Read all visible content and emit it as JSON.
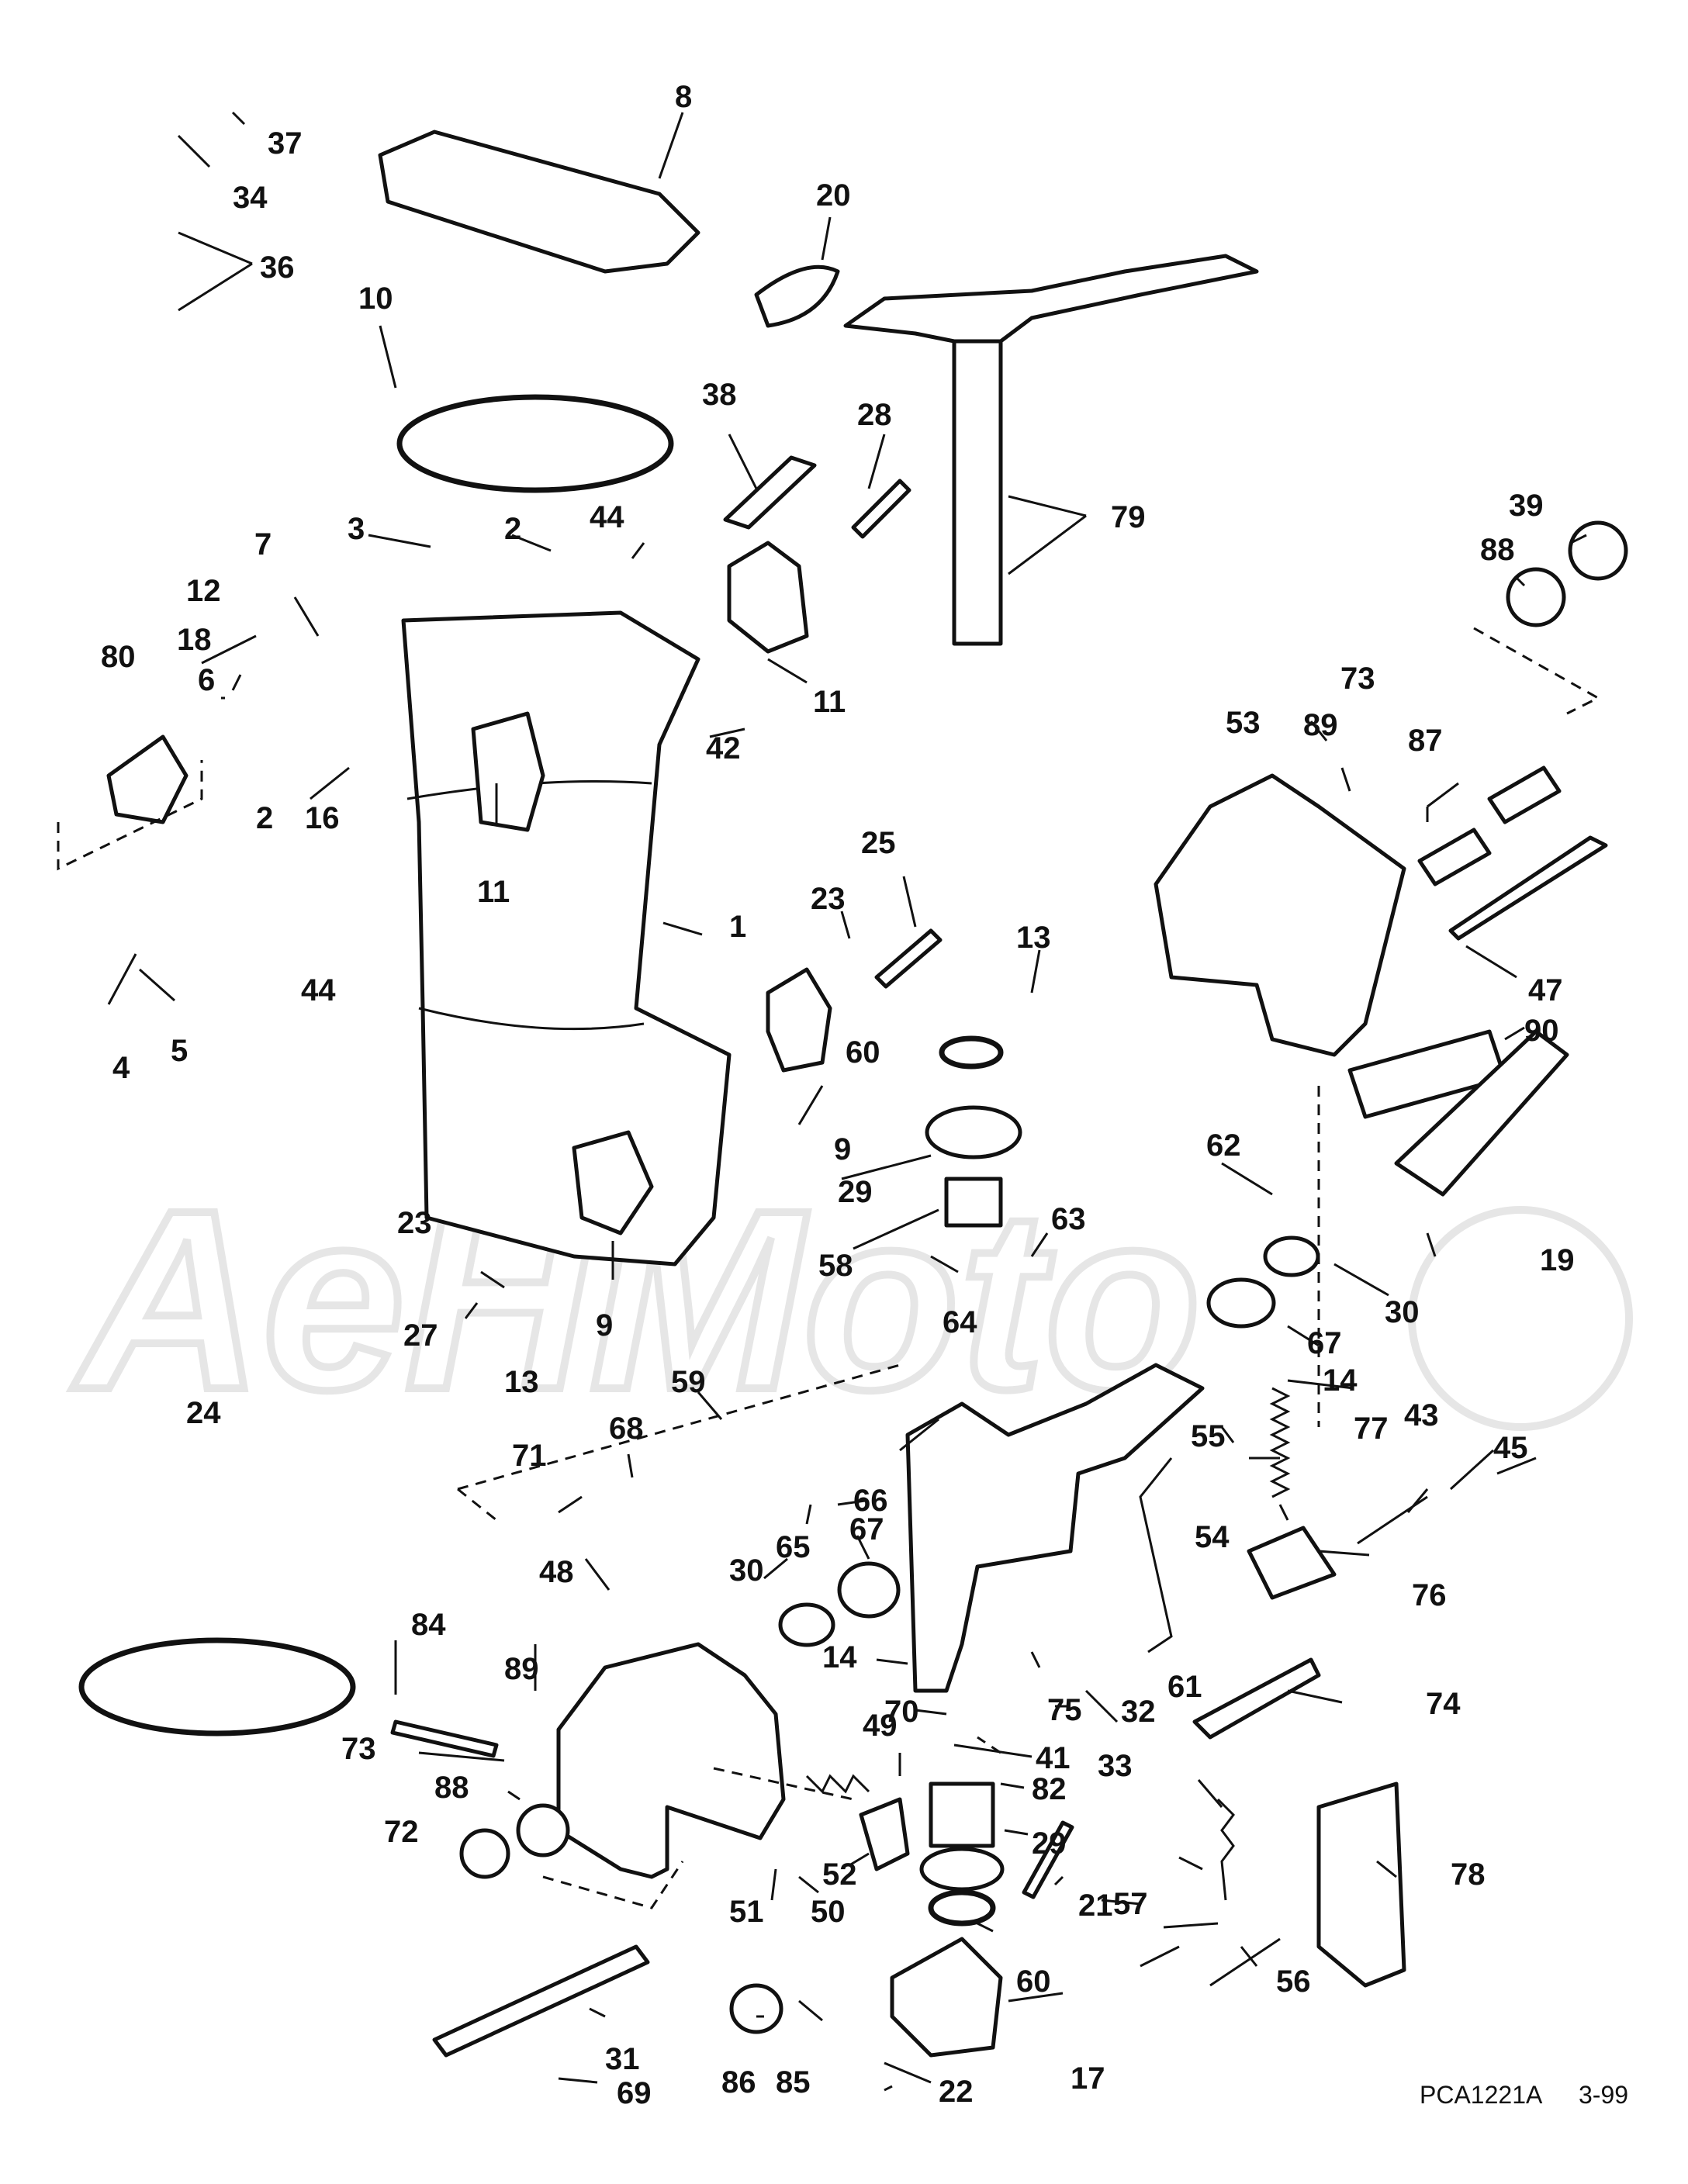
{
  "diagram": {
    "watermark": "AeHMoto",
    "code": "PCA1221A",
    "date": "3-99",
    "callouts": [
      {
        "id": "c1",
        "label": "1"
      },
      {
        "id": "c2a",
        "label": "2"
      },
      {
        "id": "c2b",
        "label": "2"
      },
      {
        "id": "c3",
        "label": "3"
      },
      {
        "id": "c4",
        "label": "4"
      },
      {
        "id": "c5",
        "label": "5"
      },
      {
        "id": "c6",
        "label": "6"
      },
      {
        "id": "c7",
        "label": "7"
      },
      {
        "id": "c8",
        "label": "8"
      },
      {
        "id": "c9a",
        "label": "9"
      },
      {
        "id": "c9b",
        "label": "9"
      },
      {
        "id": "c10",
        "label": "10"
      },
      {
        "id": "c11a",
        "label": "11"
      },
      {
        "id": "c11b",
        "label": "11"
      },
      {
        "id": "c12",
        "label": "12"
      },
      {
        "id": "c13a",
        "label": "13"
      },
      {
        "id": "c13b",
        "label": "13"
      },
      {
        "id": "c14a",
        "label": "14"
      },
      {
        "id": "c14b",
        "label": "14"
      },
      {
        "id": "c16",
        "label": "16"
      },
      {
        "id": "c17",
        "label": "17"
      },
      {
        "id": "c18",
        "label": "18"
      },
      {
        "id": "c19",
        "label": "19"
      },
      {
        "id": "c20",
        "label": "20"
      },
      {
        "id": "c21",
        "label": "21"
      },
      {
        "id": "c22",
        "label": "22"
      },
      {
        "id": "c23a",
        "label": "23"
      },
      {
        "id": "c23b",
        "label": "23"
      },
      {
        "id": "c24",
        "label": "24"
      },
      {
        "id": "c25",
        "label": "25"
      },
      {
        "id": "c27",
        "label": "27"
      },
      {
        "id": "c28",
        "label": "28"
      },
      {
        "id": "c29a",
        "label": "29"
      },
      {
        "id": "c29b",
        "label": "29"
      },
      {
        "id": "c30a",
        "label": "30"
      },
      {
        "id": "c30b",
        "label": "30"
      },
      {
        "id": "c31",
        "label": "31"
      },
      {
        "id": "c32",
        "label": "32"
      },
      {
        "id": "c33",
        "label": "33"
      },
      {
        "id": "c34",
        "label": "34"
      },
      {
        "id": "c36",
        "label": "36"
      },
      {
        "id": "c37",
        "label": "37"
      },
      {
        "id": "c38",
        "label": "38"
      },
      {
        "id": "c39",
        "label": "39"
      },
      {
        "id": "c41",
        "label": "41"
      },
      {
        "id": "c42",
        "label": "42"
      },
      {
        "id": "c43",
        "label": "43"
      },
      {
        "id": "c44a",
        "label": "44"
      },
      {
        "id": "c44b",
        "label": "44"
      },
      {
        "id": "c45",
        "label": "45"
      },
      {
        "id": "c47",
        "label": "47"
      },
      {
        "id": "c48",
        "label": "48"
      },
      {
        "id": "c49",
        "label": "49"
      },
      {
        "id": "c50",
        "label": "50"
      },
      {
        "id": "c51",
        "label": "51"
      },
      {
        "id": "c52",
        "label": "52"
      },
      {
        "id": "c53",
        "label": "53"
      },
      {
        "id": "c54",
        "label": "54"
      },
      {
        "id": "c55",
        "label": "55"
      },
      {
        "id": "c56",
        "label": "56"
      },
      {
        "id": "c57",
        "label": "57"
      },
      {
        "id": "c58",
        "label": "58"
      },
      {
        "id": "c59",
        "label": "59"
      },
      {
        "id": "c60a",
        "label": "60"
      },
      {
        "id": "c60b",
        "label": "60"
      },
      {
        "id": "c61",
        "label": "61"
      },
      {
        "id": "c62",
        "label": "62"
      },
      {
        "id": "c63",
        "label": "63"
      },
      {
        "id": "c64",
        "label": "64"
      },
      {
        "id": "c65",
        "label": "65"
      },
      {
        "id": "c66",
        "label": "66"
      },
      {
        "id": "c67a",
        "label": "67"
      },
      {
        "id": "c67b",
        "label": "67"
      },
      {
        "id": "c68",
        "label": "68"
      },
      {
        "id": "c69",
        "label": "69"
      },
      {
        "id": "c70",
        "label": "70"
      },
      {
        "id": "c71",
        "label": "71"
      },
      {
        "id": "c72",
        "label": "72"
      },
      {
        "id": "c73a",
        "label": "73"
      },
      {
        "id": "c73b",
        "label": "73"
      },
      {
        "id": "c74",
        "label": "74"
      },
      {
        "id": "c75",
        "label": "75"
      },
      {
        "id": "c76",
        "label": "76"
      },
      {
        "id": "c77",
        "label": "77"
      },
      {
        "id": "c78",
        "label": "78"
      },
      {
        "id": "c79",
        "label": "79"
      },
      {
        "id": "c80",
        "label": "80"
      },
      {
        "id": "c82",
        "label": "82"
      },
      {
        "id": "c84",
        "label": "84"
      },
      {
        "id": "c85",
        "label": "85"
      },
      {
        "id": "c86",
        "label": "86"
      },
      {
        "id": "c87",
        "label": "87"
      },
      {
        "id": "c88a",
        "label": "88"
      },
      {
        "id": "c88b",
        "label": "88"
      },
      {
        "id": "c89a",
        "label": "89"
      },
      {
        "id": "c89b",
        "label": "89"
      },
      {
        "id": "c90",
        "label": "90"
      }
    ]
  }
}
